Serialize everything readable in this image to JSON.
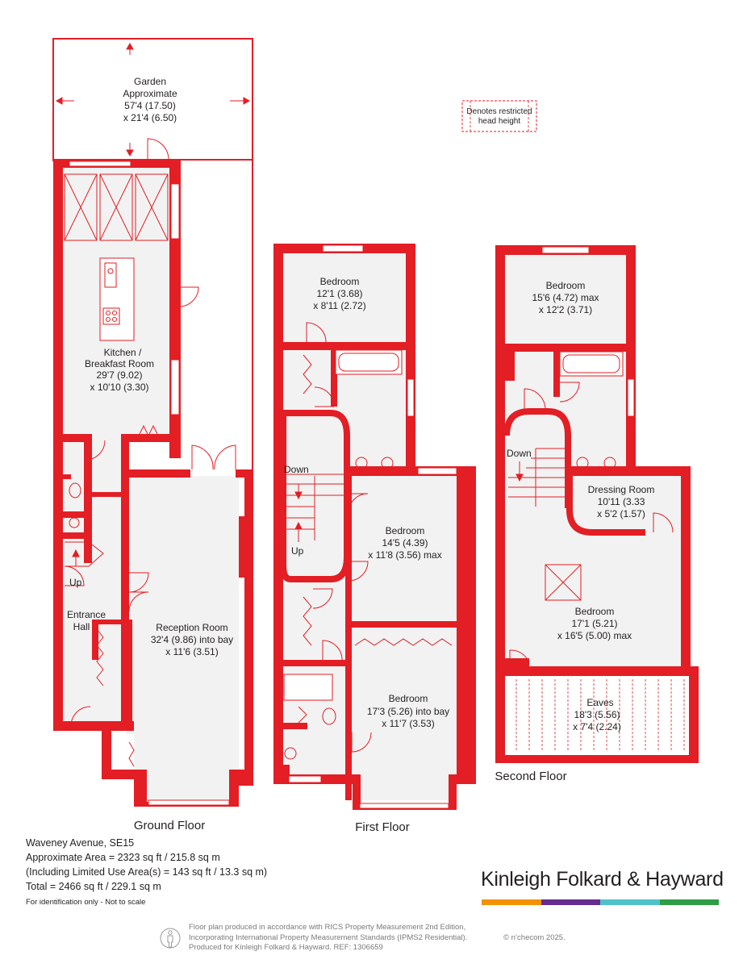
{
  "legend": {
    "restricted": [
      "Denotes restricted",
      "head height"
    ]
  },
  "floors": {
    "ground": {
      "title": "Ground Floor",
      "garden": [
        "Garden",
        "Approximate",
        "57'4 (17.50)",
        "x 21'4 (6.50)"
      ],
      "kitchen": [
        "Kitchen /",
        "Breakfast Room",
        "29'7 (9.02)",
        "x 10'10 (3.30)"
      ],
      "reception": [
        "Reception Room",
        "32'4 (9.86) into bay",
        "x 11'6 (3.51)"
      ],
      "hall": [
        "Entrance",
        "Hall"
      ],
      "up": "Up"
    },
    "first": {
      "title": "First Floor",
      "bedroom_rear": [
        "Bedroom",
        "12'1 (3.68)",
        "x 8'11 (2.72)"
      ],
      "bedroom_middle": [
        "Bedroom",
        "14'5 (4.39)",
        "x 11'8 (3.56) max"
      ],
      "bedroom_front": [
        "Bedroom",
        "17'3 (5.26) into bay",
        "x 11'7 (3.53)"
      ],
      "down": "Down",
      "up": "Up"
    },
    "second": {
      "title": "Second Floor",
      "bedroom_rear": [
        "Bedroom",
        "15'6 (4.72) max",
        "x 12'2 (3.71)"
      ],
      "dressing": [
        "Dressing Room",
        "10'11 (3.33",
        "x 5'2 (1.57)"
      ],
      "bedroom_main": [
        "Bedroom",
        "17'1 (5.21)",
        "x 16'5 (5.00) max"
      ],
      "eaves": [
        "Eaves",
        "18'3 (5.56)",
        "x 7'4 (2.24)"
      ],
      "down": "Down"
    }
  },
  "info": {
    "address": "Waveney Avenue, SE15",
    "area": "Approximate Area = 2323 sq ft / 215.8 sq m",
    "limited": "(Including Limited Use Area(s) = 143 sq ft / 13.3 sq m)",
    "total": "Total = 2466 sq ft / 229.1 sq m",
    "note": "For identification only - Not to scale"
  },
  "brand": {
    "name": "Kinleigh Folkard & Hayward",
    "bar_colors": [
      "#f39200",
      "#662d91",
      "#4fc1c9",
      "#2e9d46"
    ]
  },
  "footer": {
    "line1": "Floor plan produced in accordance with RICS Property Measurement 2nd Edition,",
    "line2": "Incorporating International Property Measurement Standards (IPMS2 Residential).",
    "line3": "Produced for Kinleigh Folkard & Hayward.   REF: 1306659",
    "copyright": "© n’checom 2025."
  },
  "colors": {
    "wall": "#e31e24",
    "floor": "#f2f2f2",
    "text": "#231f20"
  }
}
